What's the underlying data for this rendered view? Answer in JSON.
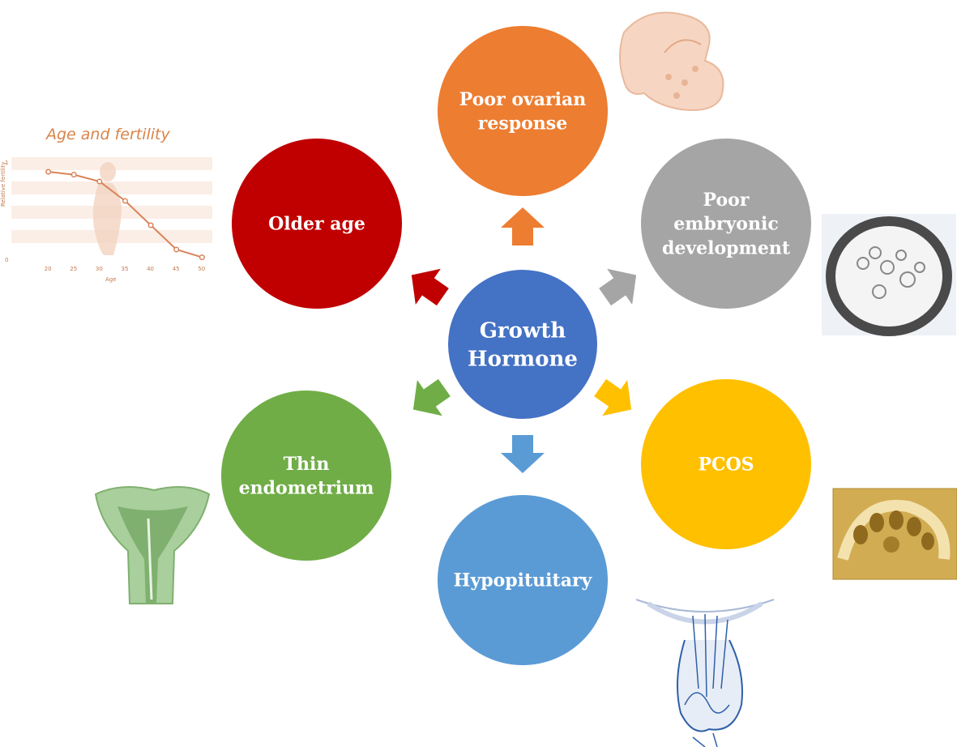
{
  "center": {
    "label_lines": [
      "Growth",
      "Hormone"
    ],
    "color": "#4472C4"
  },
  "nodes": [
    {
      "id": "poor-ovarian-response",
      "label_lines": [
        "Poor ovarian",
        "response"
      ],
      "color": "#ED7D31",
      "arrow_color": "#ED7D31"
    },
    {
      "id": "poor-embryonic-development",
      "label_lines": [
        "Poor",
        "embryonic",
        "development"
      ],
      "color": "#A5A5A5",
      "arrow_color": "#A5A5A5"
    },
    {
      "id": "pcos",
      "label_lines": [
        "PCOS"
      ],
      "color": "#FFC000",
      "arrow_color": "#FFC000"
    },
    {
      "id": "hypopituitary",
      "label_lines": [
        "Hypopituitary"
      ],
      "color": "#5B9BD5",
      "arrow_color": "#5B9BD5"
    },
    {
      "id": "thin-endometrium",
      "label_lines": [
        "Thin",
        "endometrium"
      ],
      "color": "#70AD47",
      "arrow_color": "#70AD47"
    },
    {
      "id": "older-age",
      "label_lines": [
        "Older age"
      ],
      "color": "#C00000",
      "arrow_color": "#C00000"
    }
  ],
  "fertility_chart": {
    "chart_data": {
      "type": "line",
      "title": "Age and fertility",
      "xlabel": "Age",
      "ylabel": "Relative fertility",
      "x": [
        20,
        25,
        30,
        35,
        40,
        45,
        50
      ],
      "y": [
        0.9,
        0.87,
        0.8,
        0.6,
        0.35,
        0.1,
        0.02
      ],
      "xlim": [
        15,
        52
      ],
      "ylim": [
        0,
        1
      ],
      "xticks": [
        "20",
        "25",
        "30",
        "35",
        "40",
        "45",
        "50"
      ],
      "yticks": [
        "0",
        "1"
      ],
      "line_color": "#d9845a"
    }
  },
  "illustrations": [
    {
      "name": "ovary-illustration",
      "color": "#f3c9b0"
    },
    {
      "name": "embryo-illustration",
      "color": "#6b6b6b"
    },
    {
      "name": "pcos-ultrasound-illustration",
      "color": "#c9a040"
    },
    {
      "name": "pituitary-illustration",
      "color": "#2f5fa8"
    },
    {
      "name": "uterus-illustration",
      "color": "#8cc084"
    }
  ]
}
